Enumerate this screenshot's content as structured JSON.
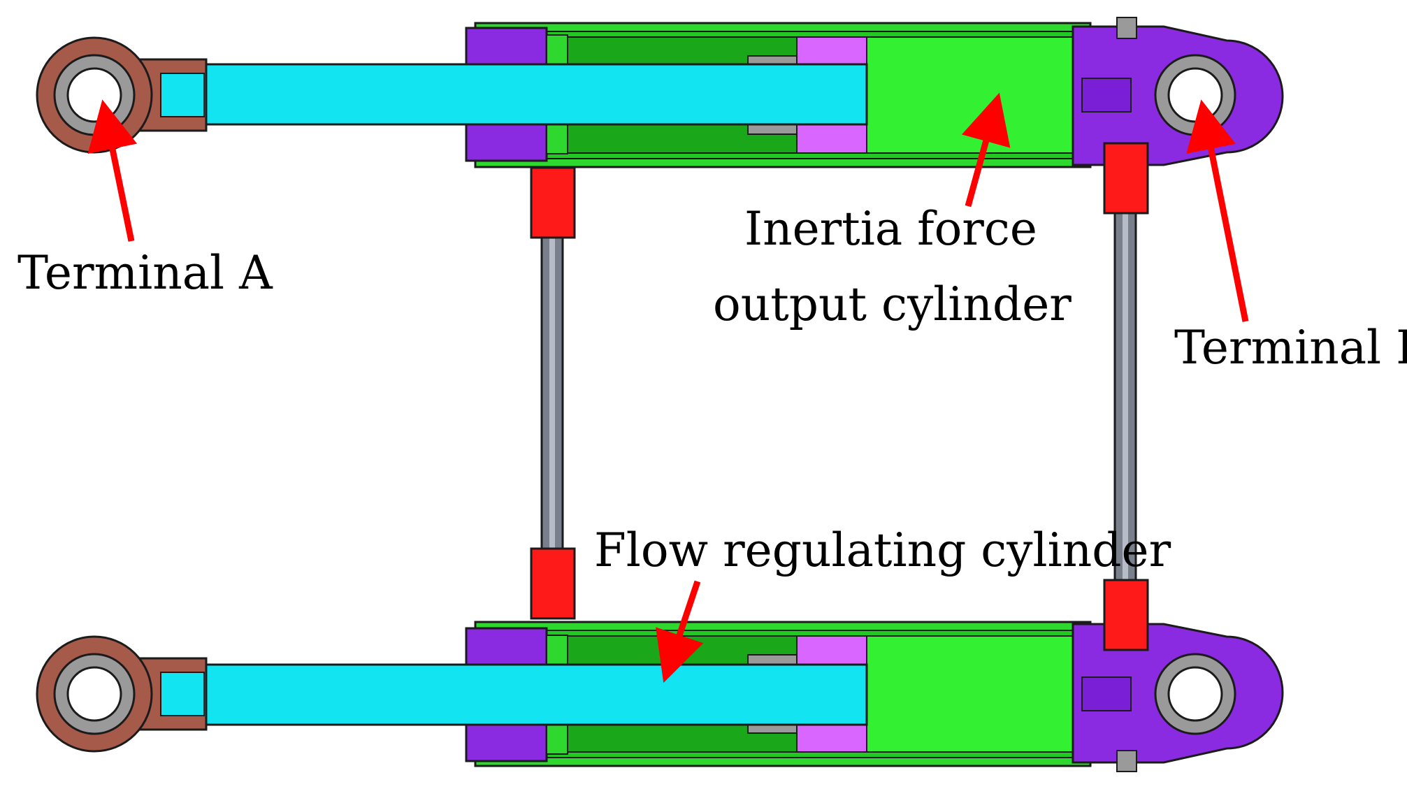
{
  "labels": {
    "terminal_a": "Terminal A",
    "terminal_b": "Terminal B",
    "inertia_line1": "Inertia force",
    "inertia_line2": "output cylinder",
    "flow_regulating": "Flow regulating cylinder"
  },
  "colors": {
    "cylinder_body": "#2fd82f",
    "cylinder_dark": "#1aa81a",
    "piston_rod": "#13e4f2",
    "rod_eye": "#a65a4a",
    "end_cap": "#8a2be2",
    "seal": "#d966ff",
    "fitting": "#ff1a1a",
    "bushing": "#9a9a9a",
    "tube": "#7a7f8c",
    "arrow": "#ff0000"
  }
}
